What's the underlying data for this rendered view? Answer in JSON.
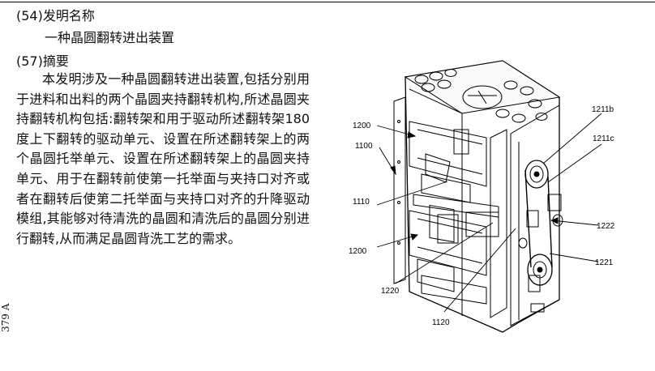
{
  "header": {
    "s54_label": "(54)发明名称",
    "title": "一种晶圆翻转进出装置",
    "s57_label": "(57)摘要"
  },
  "abstract": "本发明涉及一种晶圆翻转进出装置,包括分别用于进料和出料的两个晶圆夹持翻转机构,所述晶圆夹持翻转机构包括:翻转架和用于驱动所述翻转架180度上下翻转的驱动单元、设置在所述翻转架上的两个晶圆托举单元、设置在所述翻转架上的晶圆夹持单元、用于在翻转前使第一托举面与夹持口对齐或者在翻转后使第二托举面与夹持口对齐的升降驱动模组,其能够对待清洗的晶圆和清洗后的晶圆分别进行翻转,从而满足晶圆背洗工艺的需求。",
  "side_code": "379 A",
  "figure_labels": {
    "l1200a": "1200",
    "l1100": "1100",
    "l1110": "1110",
    "l1200b": "1200",
    "l1220": "1220",
    "l1120": "1120",
    "l1211b": "1211b",
    "l1211c": "1211c",
    "l1222": "1222",
    "l1221": "1221"
  }
}
